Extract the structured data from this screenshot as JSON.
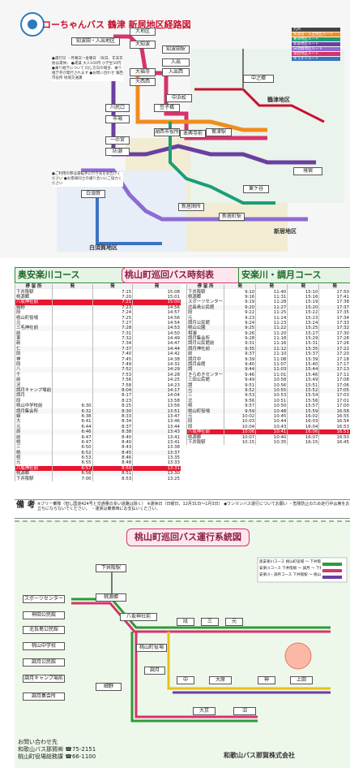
{
  "map": {
    "title": "コーちゃんバス 鶴津 新居地区経路図",
    "areas": {
      "ara": "新居地区",
      "tsuru": "鶴津地区",
      "shira": "白須賀地区"
    },
    "stops": [
      "大地区",
      "知波田・入出地区",
      "大知波",
      "大福寺",
      "知波田駅",
      "入出",
      "入出西",
      "大西西",
      "鷲津駅",
      "川尻口",
      "笠子橋",
      "中浜松",
      "市場",
      "本興寺前",
      "湖西市役所",
      "一の宮",
      "防潮",
      "中之郷",
      "境宿",
      "新居町駅",
      "東ケ谷",
      "新居関所",
      "白須賀"
    ],
    "legend": [
      "九州",
      "知波田・入出地区ルート",
      "鷲津地区ルート",
      "新居地区ルート",
      "白須賀地区ルート",
      "湖西地区ルート",
      "ゆうかりルート"
    ],
    "notes_text": "●運行日 ・月曜日〜金曜日 （祝日、年末年始は運休） ●運賃 大人100円 小学生50円 ●乗り継ぎについて 同じ方向の場合、乗り継ぎ券が発行されます ●お問い合わせ 湖西市役所 地域交通課",
    "notes2_text": "●ご利用の際は運転手に行き先をお告げください ●お客様同士の譲り合いにご協力ください"
  },
  "timetable": {
    "header1": "奥安楽川コース",
    "header2": "桃山町巡回バス時刻表",
    "header3": "安楽川・調月コース",
    "section1": {
      "cols": [
        "停 留 所",
        "発",
        "発",
        "発"
      ],
      "rows": [
        [
          "下井阪駅",
          "",
          "7:15",
          "15:08"
        ],
        [
          "桃源郷",
          "",
          "7:20",
          "15:01"
        ],
        [
          "八坂神社前",
          "",
          "7:21",
          "15:00"
        ],
        [
          "細野",
          "",
          "7:23",
          "14:56"
        ],
        [
          "段",
          "",
          "7:24",
          "14:57"
        ],
        [
          "桃山町役場",
          "",
          "7:25",
          "14:56"
        ],
        [
          "元",
          "",
          "7:27",
          "14:54"
        ],
        [
          "三毛神社前",
          "",
          "7:28",
          "14:53"
        ],
        [
          "前",
          "",
          "7:31",
          "14:50"
        ],
        [
          "東",
          "",
          "7:32",
          "14:49"
        ],
        [
          "新",
          "",
          "7:34",
          "14:47"
        ],
        [
          "仁",
          "",
          "7:37",
          "14:44"
        ],
        [
          "段",
          "",
          "7:40",
          "14:42"
        ],
        [
          "神",
          "",
          "7:45",
          "14:38"
        ],
        [
          "段",
          "",
          "7:49",
          "14:32"
        ],
        [
          "八",
          "",
          "7:52",
          "14:29"
        ],
        [
          "千",
          "",
          "7:53",
          "14:28"
        ],
        [
          "前",
          "",
          "7:56",
          "14:25"
        ],
        [
          "沢",
          "",
          "7:58",
          "14:23"
        ],
        [
          "調月キャンプ場前",
          "",
          "8:04",
          "14:17"
        ],
        [
          "調月",
          "",
          "8:17",
          "14:04"
        ],
        [
          "段",
          "",
          "8:23",
          "13:58"
        ],
        [
          "桃山中学校前",
          "6:30",
          "8:25",
          "13:56"
        ],
        [
          "調月集会所",
          "6:32",
          "8:30",
          "13:51"
        ],
        [
          "細",
          "6:38",
          "8:33",
          "13:47"
        ],
        [
          "大",
          "6:41",
          "8:34",
          "13:46"
        ],
        [
          "元",
          "6:44",
          "8:37",
          "13:44"
        ],
        [
          "辰",
          "6:46",
          "8:38",
          "13:43"
        ],
        [
          "前",
          "6:47",
          "8:40",
          "13:41"
        ],
        [
          "桃",
          "6:47",
          "8:40",
          "13:41"
        ],
        [
          "三",
          "6:50",
          "8:43",
          "13:38"
        ],
        [
          "桃",
          "6:52",
          "8:45",
          "13:37"
        ],
        [
          "桃",
          "6:53",
          "8:46",
          "13:35"
        ],
        [
          "元",
          "6:55",
          "8:48",
          "13:33"
        ],
        [
          "八坂神社前",
          "6:57",
          "8:50",
          "13:31"
        ],
        [
          "桃源郷",
          "6:58",
          "8:51",
          "13:30"
        ],
        [
          "下井阪駅",
          "7:00",
          "8:53",
          "13:25"
        ]
      ]
    },
    "section2": {
      "cols": [
        "停 留 所",
        "発",
        "発",
        "発",
        "発"
      ],
      "rows": [
        [
          "下井阪駅",
          "9:10",
          "11:40",
          "15:10",
          "17:50"
        ],
        [
          "桃源郷",
          "9:16",
          "11:31",
          "15:16",
          "17:41"
        ],
        [
          "スポーツセンター",
          "9:19",
          "11:28",
          "15:19",
          "17:38"
        ],
        [
          "北長島公民館",
          "9:20",
          "11:27",
          "15:20",
          "17:37"
        ],
        [
          "段",
          "9:22",
          "11:25",
          "15:22",
          "17:35"
        ],
        [
          "元",
          "9:23",
          "11:24",
          "15:23",
          "17:34"
        ],
        [
          "調月公民館",
          "9:24",
          "11:23",
          "15:24",
          "17:33"
        ],
        [
          "桃山公園",
          "9:25",
          "11:22",
          "15:25",
          "17:32"
        ],
        [
          "相浦",
          "9:26",
          "11:20",
          "15:27",
          "17:30"
        ],
        [
          "調月集会所",
          "9:28",
          "11:18",
          "15:29",
          "17:28"
        ],
        [
          "調月公民館前",
          "9:31",
          "11:16",
          "15:31",
          "17:26"
        ],
        [
          "調月神社前",
          "9:35",
          "11:12",
          "15:35",
          "17:22"
        ],
        [
          "前",
          "9:37",
          "11:10",
          "15:37",
          "17:20"
        ],
        [
          "調月中",
          "9:39",
          "11:08",
          "15:39",
          "17:18"
        ],
        [
          "調月会館",
          "9:40",
          "11:07",
          "15:40",
          "17:17"
        ],
        [
          "調",
          "9:44",
          "11:03",
          "15:44",
          "17:13"
        ],
        [
          "きらめきセンター",
          "9:46",
          "11:01",
          "15:46",
          "17:11"
        ],
        [
          "三田公民館",
          "9:49",
          "10:58",
          "15:49",
          "17:08"
        ],
        [
          "調",
          "9:51",
          "10:56",
          "15:51",
          "17:06"
        ],
        [
          "元",
          "9:52",
          "10:55",
          "15:52",
          "17:05"
        ],
        [
          "三",
          "9:53",
          "10:53",
          "15:54",
          "17:03"
        ],
        [
          "北",
          "9:56",
          "10:51",
          "15:56",
          "17:01"
        ],
        [
          "桃",
          "9:57",
          "10:50",
          "15:57",
          "17:00"
        ],
        [
          "桃山町役場",
          "9:59",
          "10:48",
          "15:59",
          "16:58"
        ],
        [
          "元",
          "10:02",
          "10:45",
          "16:02",
          "16:55"
        ],
        [
          "段",
          "10:03",
          "10:44",
          "16:03",
          "16:54"
        ],
        [
          "段",
          "10:04",
          "10:43",
          "16:04",
          "16:53"
        ],
        [
          "八坂神社前",
          "10:06",
          "10:41",
          "16:06",
          "16:51"
        ],
        [
          "桃源郷",
          "10:07",
          "10:40",
          "16:07",
          "16:50"
        ],
        [
          "下井阪駅",
          "10:15",
          "10:35",
          "16:15",
          "16:45"
        ]
      ]
    },
    "remarks_label": "備 考",
    "remarks_text": "※フリー乗降（但し国道424号と交通量の多い道路は除く） ※運休日（日曜日、12月31日〜1月3日） ◆ワンマンバス運行についてお願い ・危険防止のため走行中は席をお立ちにならないでください。 ・運賃は乗車時にお支払いください。"
  },
  "route": {
    "title": "桃山町巡回バス運行系統図",
    "legend": [
      "奥安楽川コース 桃山町役場 〜 下井阪駅",
      "安楽川コース 下井阪駅 〜 調月 〜 下井阪駅",
      "安楽川・調月コース 下井阪駅 〜 桃山町役場 〜 下井阪駅"
    ],
    "stops": [
      "下井阪駅",
      "スポーツセンター",
      "神田公民館",
      "北長島公民館",
      "桃源郷",
      "八坂神社前",
      "桃山中学校",
      "段",
      "三",
      "元",
      "桃山町役場",
      "調月",
      "大原",
      "中",
      "神",
      "上田",
      "調月公民館",
      "調月キャンプ場前",
      "細野",
      "大京",
      "沼",
      "調月集会所"
    ],
    "contact_title": "お問い合わせ先",
    "contact_line1": "和歌山バス那賀㈱ ☎75-2151",
    "contact_line2": "桃山町役場総務課 ☎66-1100",
    "company": "和歌山バス那賀株式会社"
  }
}
